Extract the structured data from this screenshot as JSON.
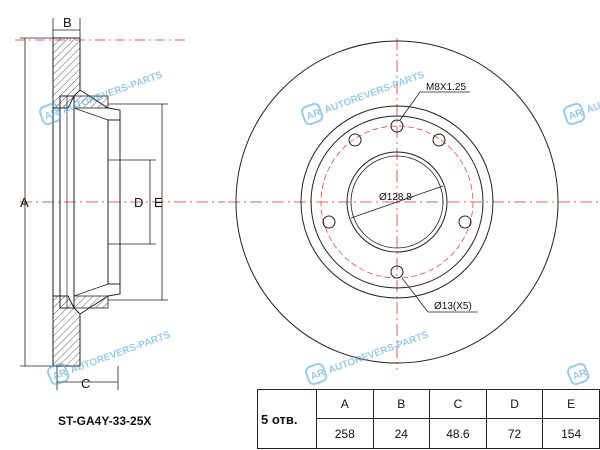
{
  "watermark": "AUTOREVERS-PARTS",
  "watermark_logo": "AR",
  "drawing": {
    "labels": {
      "b": "B",
      "a": "A",
      "c": "C",
      "d": "D",
      "e": "E",
      "thread": "M8X1.25",
      "hub_bore": "Ø128.8",
      "hole_dia": "Ø13(X5)"
    }
  },
  "part_number": "ST-GA4Y-33-25X",
  "spec_table": {
    "holes_label": "5 отв.",
    "headers": [
      "A",
      "B",
      "C",
      "D",
      "E"
    ],
    "values": [
      "258",
      "24",
      "48.6",
      "72",
      "154"
    ]
  },
  "colors": {
    "line": "#222222",
    "centerline": "#d23a3a",
    "watermark": "#4a9fd8"
  }
}
